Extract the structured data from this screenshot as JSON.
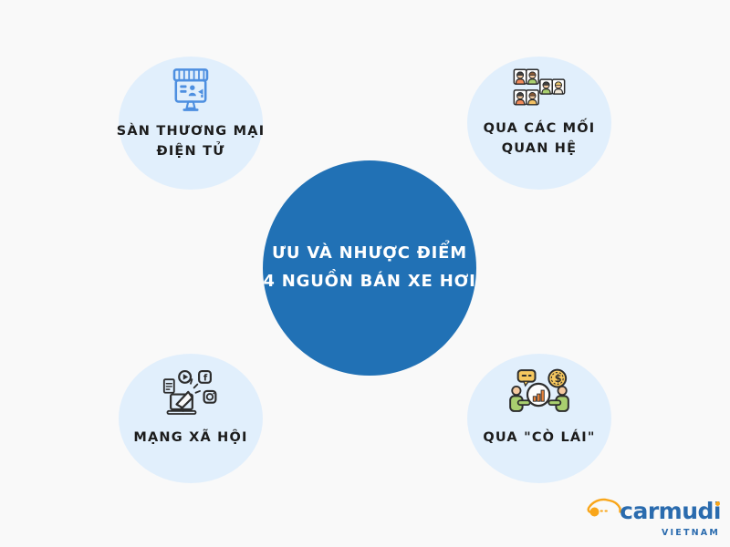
{
  "center": {
    "line1": "ƯU VÀ NHƯỢC ĐIỂM",
    "line2": "4 NGUỒN BÁN XE HƠI"
  },
  "nodes": [
    {
      "id": "ecommerce",
      "position": "top-left",
      "icon": "storefront-monitor-icon",
      "line1": "SÀN THƯƠNG MẠI",
      "line2": "ĐIỆN TỬ"
    },
    {
      "id": "relationships",
      "position": "top-right",
      "icon": "people-group-icon",
      "line1": "QUA CÁC MỐI",
      "line2": "QUAN HỆ"
    },
    {
      "id": "social-media",
      "position": "bottom-left",
      "icon": "social-media-icon",
      "line1": "MẠNG XÃ HỘI",
      "line2": ""
    },
    {
      "id": "broker",
      "position": "bottom-right",
      "icon": "negotiation-money-icon",
      "line1": "QUA \"CÒ LÁI\"",
      "line2": ""
    }
  ],
  "logo": {
    "brand": "carmudi",
    "region": "VIETNAM",
    "icon": "car-icon"
  },
  "colors": {
    "background": "#f9f9f9",
    "node_circle": "#e1effc",
    "center_circle": "#2171b5",
    "center_text": "#ffffff",
    "label_text": "#1c1c1c",
    "ecommerce_icon_blue": "#4d8fe0",
    "outline_dark": "#2d2d2d",
    "logo_blue": "#2a6bae",
    "logo_orange": "#f9a61a",
    "accent_orange": "#f08a5a",
    "accent_green": "#a9cf6f",
    "accent_yellow": "#f6c85f",
    "skin_tone": "#f4c99f"
  }
}
